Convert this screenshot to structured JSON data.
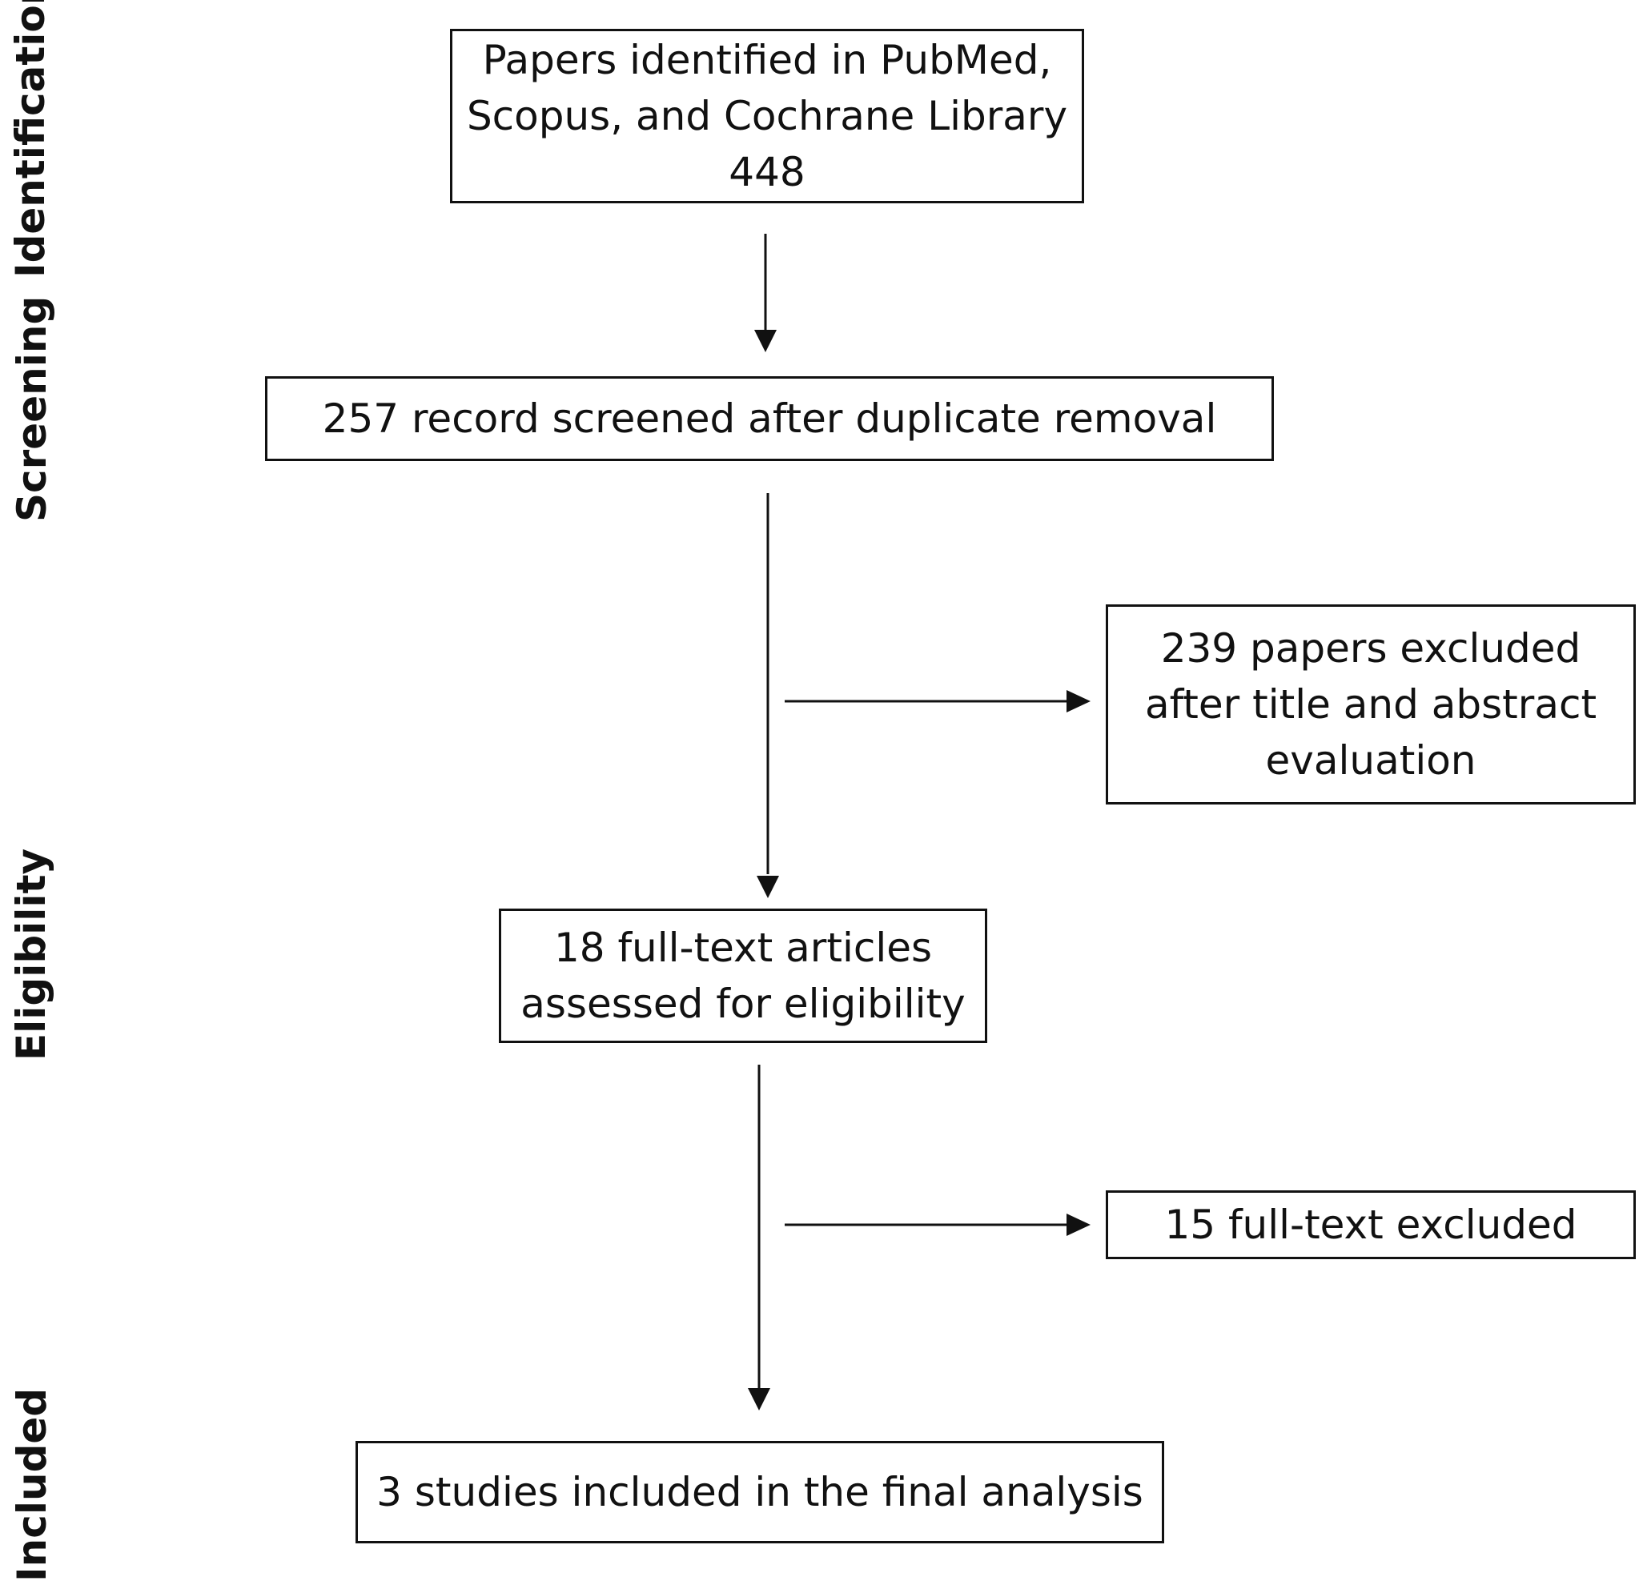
{
  "stages": {
    "identification": "Identification",
    "screening": "Screening",
    "eligibility": "Eligibility",
    "included": "Included"
  },
  "boxes": {
    "identified": "Papers identified in PubMed,\nScopus, and Cochrane Library\n448",
    "screened": "257 record screened after duplicate removal",
    "excluded_title_abstract": "239 papers excluded\nafter title and abstract\nevaluation",
    "full_text_assessed": "18 full-text articles\nassessed for eligibility",
    "full_text_excluded": "15 full-text excluded",
    "included_final": "3 studies included in the final analysis"
  }
}
